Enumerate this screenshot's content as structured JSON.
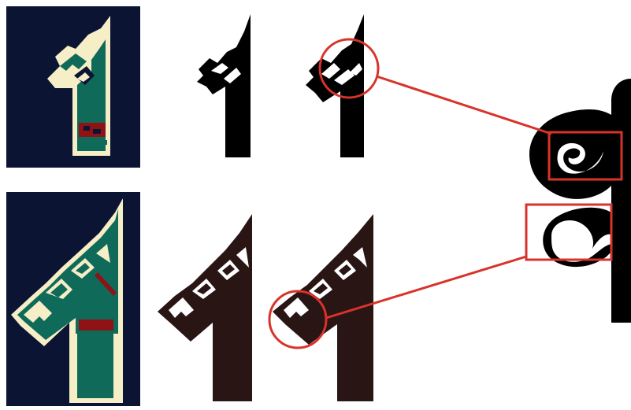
{
  "colors": {
    "navy": "#0b1433",
    "cream": "#f6eec7",
    "teal": "#0f6a5a",
    "dark_red": "#8e1216",
    "black": "#000000",
    "dark_brown": "#2a1515",
    "callout_red": "#d8332a",
    "white": "#ffffff"
  },
  "rows": [
    {
      "id": "top",
      "panel_color_key": "teal_absent",
      "callout_shape": "circle",
      "target_shape": "rectangle"
    },
    {
      "id": "bottom",
      "panel_color_key": "teal",
      "callout_shape": "circle",
      "target_shape": "rectangle"
    }
  ],
  "icons": {
    "scroll_motif": "swirl-ornament-icon",
    "flag_motif": "flag-pattern-icon"
  }
}
